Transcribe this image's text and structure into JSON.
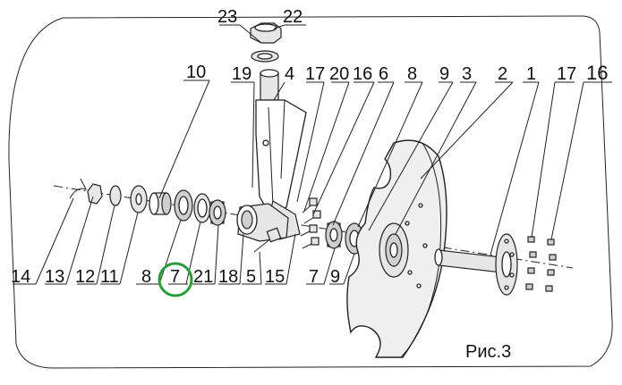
{
  "figure": {
    "caption": "Рис.3",
    "highlight_color": "#2a9d3b",
    "highlighted_label": "7"
  },
  "labels": {
    "l23": "23",
    "l22": "22",
    "l10": "10",
    "l19": "19",
    "l4": "4",
    "l17a": "17",
    "l20": "20",
    "l16a": "16",
    "l6": "6",
    "l8a": "8",
    "l9a": "9",
    "l3": "3",
    "l2": "2",
    "l1": "1",
    "l17b": "17",
    "l16b": "16",
    "l14": "14",
    "l13": "13",
    "l12": "12",
    "l11": "11",
    "l8b": "8",
    "l7a": "7",
    "l21": "21",
    "l18": "18",
    "l5": "5",
    "l15": "15",
    "l7b": "7",
    "l9b": "9"
  }
}
